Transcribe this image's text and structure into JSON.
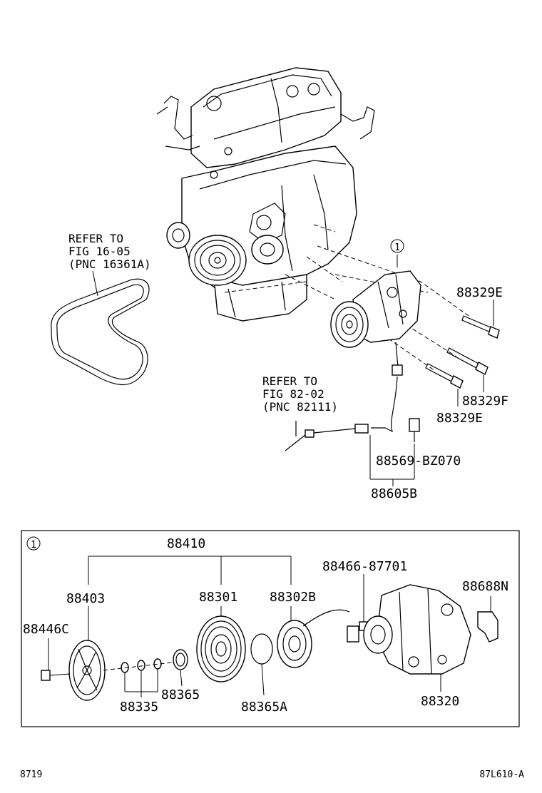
{
  "upper": {
    "callout_circle": "1",
    "refs": [
      {
        "lines": [
          "REFER TO",
          "FIG 16-05",
          "(PNC 16361A)"
        ]
      },
      {
        "lines": [
          "REFER TO",
          "FIG 82-02",
          "(PNC 82111)"
        ]
      }
    ],
    "parts": {
      "bolt_top_e": "88329E",
      "bolt_f": "88329F",
      "bolt_low_e": "88329E",
      "switch": "88569-BZ070",
      "harness": "88605B"
    }
  },
  "detail": {
    "callout_circle": "1",
    "parts": {
      "clutch_assy": "88410",
      "hub": "88403",
      "bolt": "88446C",
      "pulley": "88301",
      "stator": "88302B",
      "relief_valve": "88466-87701",
      "bracket": "88688N",
      "shims": "88335",
      "snap_ring": "88365",
      "snap_ring_a": "88365A",
      "compressor": "88320"
    }
  },
  "footer": {
    "left": "8719",
    "right": "87L610-A"
  }
}
